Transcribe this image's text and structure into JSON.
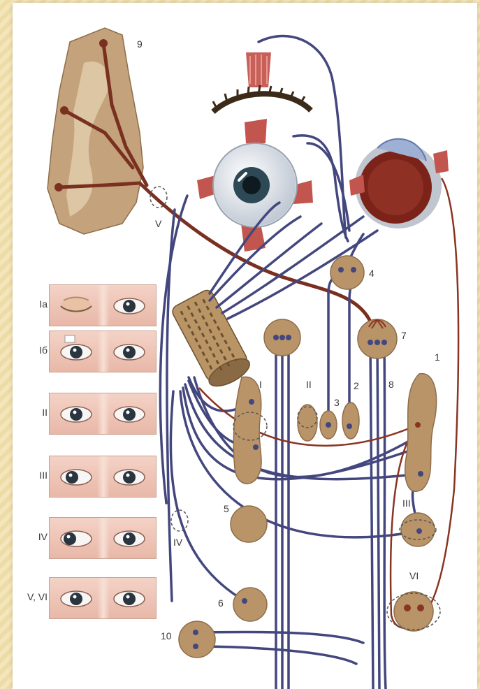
{
  "labels": {
    "n9": "9",
    "v": "V",
    "n4": "4",
    "n7": "7",
    "n1": "1",
    "nI": "I",
    "nII": "II",
    "n3": "3",
    "n2": "2",
    "n8": "8",
    "nIII": "III",
    "n5": "5",
    "nIV": "IV",
    "nVI": "VI",
    "n6": "6",
    "n10": "10"
  },
  "eye_rows": [
    "Ia",
    "Iб",
    "II",
    "III",
    "IV",
    "V, VI"
  ],
  "colors": {
    "nerve_blue": "#43477e",
    "nerve_red": "#8a3422",
    "nucleus": "#b89468",
    "brain": "#c4a27c",
    "background": "#efe2b4"
  }
}
